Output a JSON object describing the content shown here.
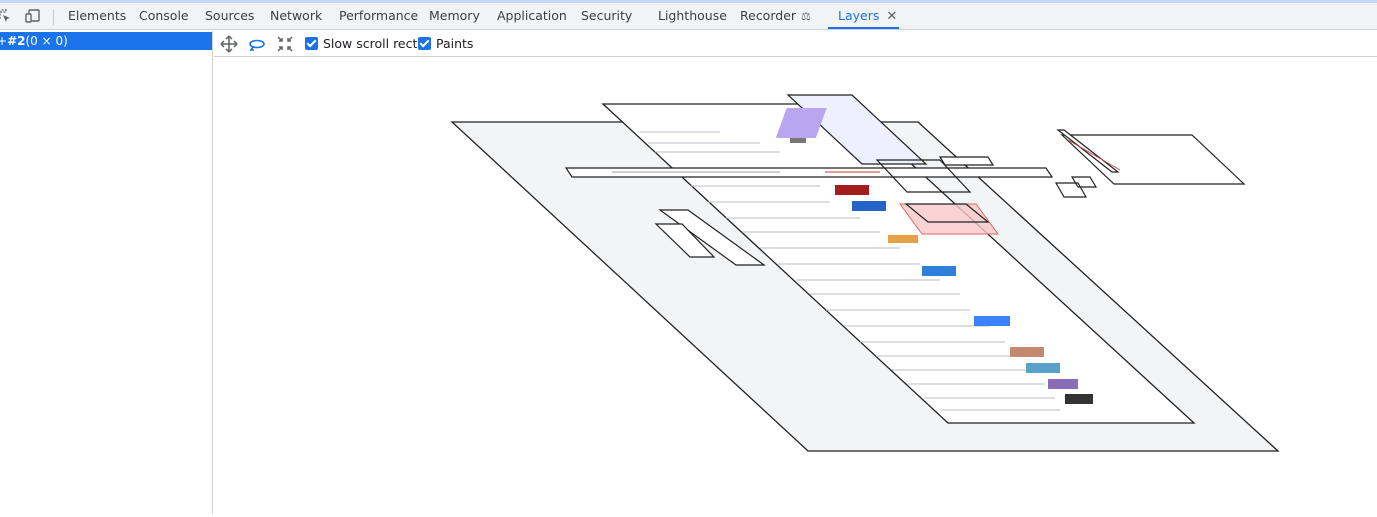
{
  "tabs": [
    {
      "label": "Elements"
    },
    {
      "label": "Console"
    },
    {
      "label": "Sources"
    },
    {
      "label": "Network"
    },
    {
      "label": "Performance"
    },
    {
      "label": "Memory"
    },
    {
      "label": "Application"
    },
    {
      "label": "Security"
    },
    {
      "label": "Lighthouse"
    },
    {
      "label": "Recorder"
    },
    {
      "label": "Layers"
    }
  ],
  "active_tab": "Layers",
  "layer_tree": {
    "selected_name": "#2",
    "selected_size": "(0 × 0)"
  },
  "toolbar": {
    "slow_scroll_rects_label": "Slow scroll rects",
    "paints_label": "Paints"
  },
  "colors": {
    "accent": "#1a73e8",
    "layer_fill": "#f1f3f4",
    "paint_highlight": "#f8c8c8"
  }
}
